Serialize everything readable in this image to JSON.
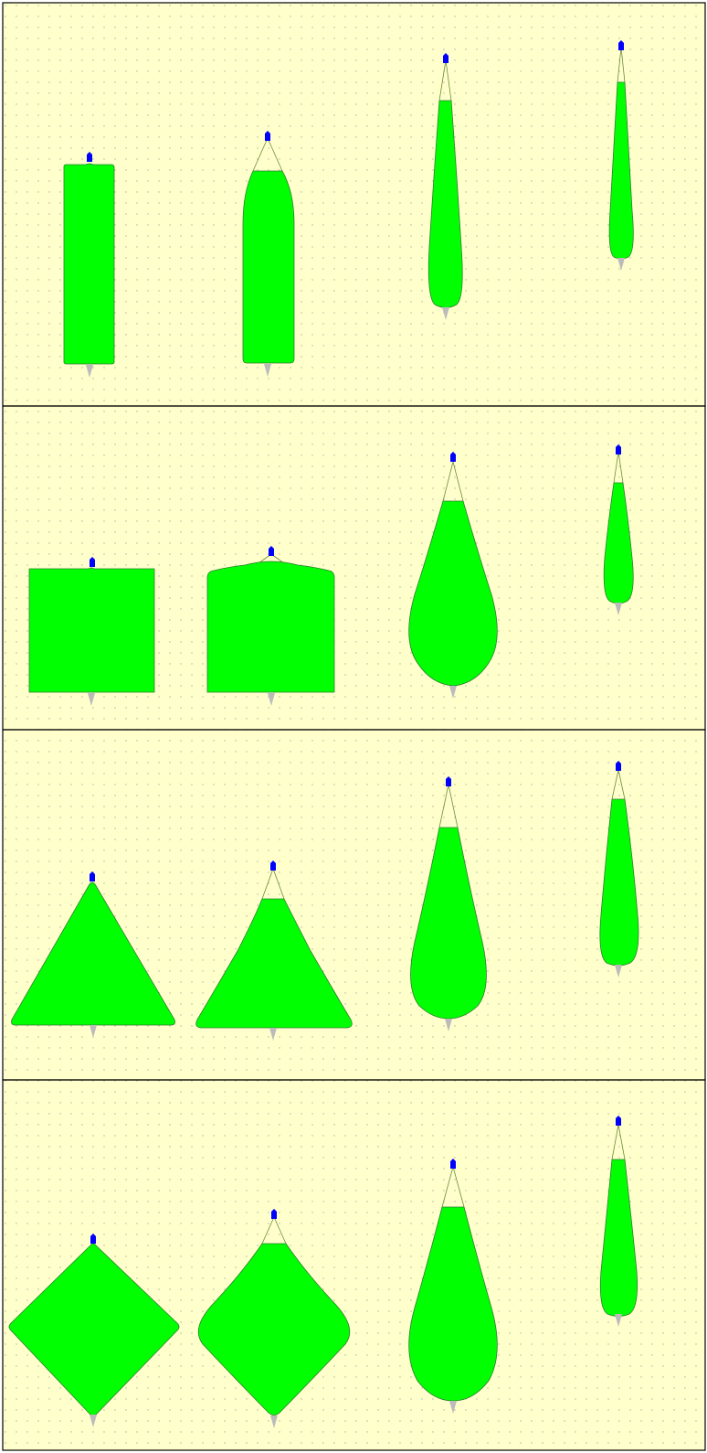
{
  "colors": {
    "panel_background": "#ffffcc",
    "panel_border": "#000000",
    "grid_dot": "#b0b0a0",
    "shape_fill": "#00ff00",
    "shape_outline": "#2e7d32",
    "string_line": "#6d8a3a",
    "top_marker": "#0000ff",
    "bottom_marker": "#bbbbbb"
  },
  "rows": [
    {
      "shape_family": "rectangle",
      "stages": [
        "initial",
        "rounded",
        "elongated",
        "droplet"
      ]
    },
    {
      "shape_family": "square",
      "stages": [
        "initial",
        "rounded",
        "droplet",
        "droplet"
      ]
    },
    {
      "shape_family": "triangle",
      "stages": [
        "initial",
        "rounded",
        "droplet",
        "droplet"
      ]
    },
    {
      "shape_family": "diamond",
      "stages": [
        "initial",
        "rounded",
        "droplet",
        "droplet"
      ]
    }
  ]
}
